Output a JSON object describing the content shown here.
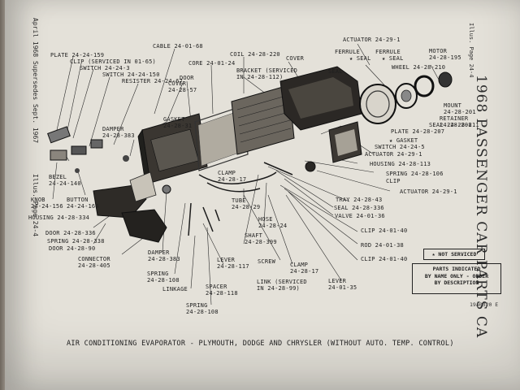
{
  "page": {
    "caption": "AIR CONDITIONING EVAPORATOR - PLYMOUTH, DODGE AND CHRYSLER (WITHOUT AUTO. TEMP. CONTROL)",
    "side_heading": "1968 PASSENGER CAR PARTS CA",
    "side_tab": "Illus. Page 24-4",
    "left_margin_top": "April 1968 Supersedes Sept. 1967",
    "left_margin_bottom": "Illus. Page 24-4",
    "reference_number": "19a0320 E",
    "legend_not_serviced": "★ NOT SERVICED",
    "legend_note_lines": [
      "PARTS INDICATED",
      "BY NAME ONLY - ORDER",
      "BY DESCRIPTION"
    ]
  },
  "labels": [
    {
      "id": "plate",
      "lines": [
        "PLATE 24-24-159"
      ]
    },
    {
      "id": "clip1",
      "lines": [
        "CLIP (SERVICED IN 01-65)"
      ]
    },
    {
      "id": "switch1",
      "lines": [
        "SWITCH 24-24-3"
      ]
    },
    {
      "id": "switch2",
      "lines": [
        "SWITCH 24-24-150"
      ]
    },
    {
      "id": "resister",
      "lines": [
        "RESISTER 24-24-67"
      ]
    },
    {
      "id": "cable",
      "lines": [
        "CABLE 24-01-68"
      ]
    },
    {
      "id": "cover1",
      "lines": [
        "COVER",
        "24-28-57"
      ]
    },
    {
      "id": "door1",
      "lines": [
        "DOOR"
      ]
    },
    {
      "id": "core",
      "lines": [
        "CORE 24-01-24"
      ]
    },
    {
      "id": "coil",
      "lines": [
        "COIL 24-28-220"
      ]
    },
    {
      "id": "bracket",
      "lines": [
        "BRACKET (SERVICED",
        "IN 24-28-112)"
      ]
    },
    {
      "id": "cover2",
      "lines": [
        "COVER"
      ]
    },
    {
      "id": "actuator1",
      "lines": [
        "ACTUATOR 24-29-1"
      ]
    },
    {
      "id": "ferrule1",
      "lines": [
        "FERRULE"
      ]
    },
    {
      "id": "seal1",
      "lines": [
        "★ SEAL"
      ]
    },
    {
      "id": "ferrule2",
      "lines": [
        "FERRULE"
      ]
    },
    {
      "id": "seal2",
      "lines": [
        "★ SEAL"
      ]
    },
    {
      "id": "motor",
      "lines": [
        "MOTOR",
        "24-28-195"
      ]
    },
    {
      "id": "seal3",
      "lines": [
        "SEAL"
      ]
    },
    {
      "id": "wheel",
      "lines": [
        "WHEEL 24-28-210"
      ]
    },
    {
      "id": "mount",
      "lines": [
        "MOUNT",
        "24-28-201"
      ]
    },
    {
      "id": "retainer",
      "lines": [
        "RETAINER",
        "24-28-208"
      ]
    },
    {
      "id": "seal4",
      "lines": [
        "SEAL 24-28-211"
      ]
    },
    {
      "id": "plate2",
      "lines": [
        "PLATE 24-28-207"
      ]
    },
    {
      "id": "gasket1",
      "lines": [
        "GASKET",
        "24-28-31"
      ]
    },
    {
      "id": "damper1",
      "lines": [
        "DAMPER",
        "24-28-383"
      ]
    },
    {
      "id": "gasket2",
      "lines": [
        "★ GASKET"
      ]
    },
    {
      "id": "switch3",
      "lines": [
        "SWITCH 24-24-5"
      ]
    },
    {
      "id": "actuator2",
      "lines": [
        "ACTUATOR 24-29-1"
      ]
    },
    {
      "id": "housing1",
      "lines": [
        "HOUSING 24-28-113"
      ]
    },
    {
      "id": "spring1",
      "lines": [
        "SPRING 24-28-106"
      ]
    },
    {
      "id": "clip2",
      "lines": [
        "CLIP"
      ]
    },
    {
      "id": "actuator3",
      "lines": [
        "ACTUATOR 24-29-1"
      ]
    },
    {
      "id": "bezel",
      "lines": [
        "BEZEL",
        "24-24-140"
      ]
    },
    {
      "id": "knob",
      "lines": [
        "KNOB",
        "24-24-156"
      ]
    },
    {
      "id": "button",
      "lines": [
        "BUTTON",
        "24-24-164"
      ]
    },
    {
      "id": "housing2",
      "lines": [
        "HOUSING 24-28-334"
      ]
    },
    {
      "id": "clamp1",
      "lines": [
        "CLAMP",
        "24-28-17"
      ]
    },
    {
      "id": "tray",
      "lines": [
        "TRAY 24-28-43"
      ]
    },
    {
      "id": "seal5",
      "lines": [
        "SEAL 24-28-336"
      ]
    },
    {
      "id": "valve",
      "lines": [
        "VALVE 24-01-36"
      ]
    },
    {
      "id": "tube",
      "lines": [
        "TUBE",
        "24-28-29"
      ]
    },
    {
      "id": "hose",
      "lines": [
        "HOSE",
        "24-28-24"
      ]
    },
    {
      "id": "shaft",
      "lines": [
        "SHAFT",
        "24-28-399"
      ]
    },
    {
      "id": "clip3",
      "lines": [
        "CLIP 24-01-40"
      ]
    },
    {
      "id": "rod",
      "lines": [
        "ROD 24-01-38"
      ]
    },
    {
      "id": "clip4",
      "lines": [
        "CLIP 24-01-40"
      ]
    },
    {
      "id": "door2",
      "lines": [
        "DOOR 24-28-336"
      ]
    },
    {
      "id": "spring2",
      "lines": [
        "SPRING 24-28-338"
      ]
    },
    {
      "id": "door3",
      "lines": [
        "DOOR 24-28-90"
      ]
    },
    {
      "id": "connector",
      "lines": [
        "CONNECTOR",
        "24-28-405"
      ]
    },
    {
      "id": "damper2",
      "lines": [
        "DAMPER",
        "24-28-383"
      ]
    },
    {
      "id": "spring3",
      "lines": [
        "SPRING",
        "24-28-108"
      ]
    },
    {
      "id": "linkage",
      "lines": [
        "LINKAGE"
      ]
    },
    {
      "id": "lever1",
      "lines": [
        "LEVER",
        "24-28-117"
      ]
    },
    {
      "id": "screw",
      "lines": [
        "SCREW"
      ]
    },
    {
      "id": "clamp2",
      "lines": [
        "CLAMP",
        "24-28-17"
      ]
    },
    {
      "id": "link",
      "lines": [
        "LINK (SERVICED",
        "IN 24-28-99)"
      ]
    },
    {
      "id": "spacer",
      "lines": [
        "SPACER",
        "24-28-118"
      ]
    },
    {
      "id": "spring4",
      "lines": [
        "SPRING",
        "24-28-108"
      ]
    },
    {
      "id": "lever2",
      "lines": [
        "LEVER",
        "24-01-35"
      ]
    }
  ]
}
